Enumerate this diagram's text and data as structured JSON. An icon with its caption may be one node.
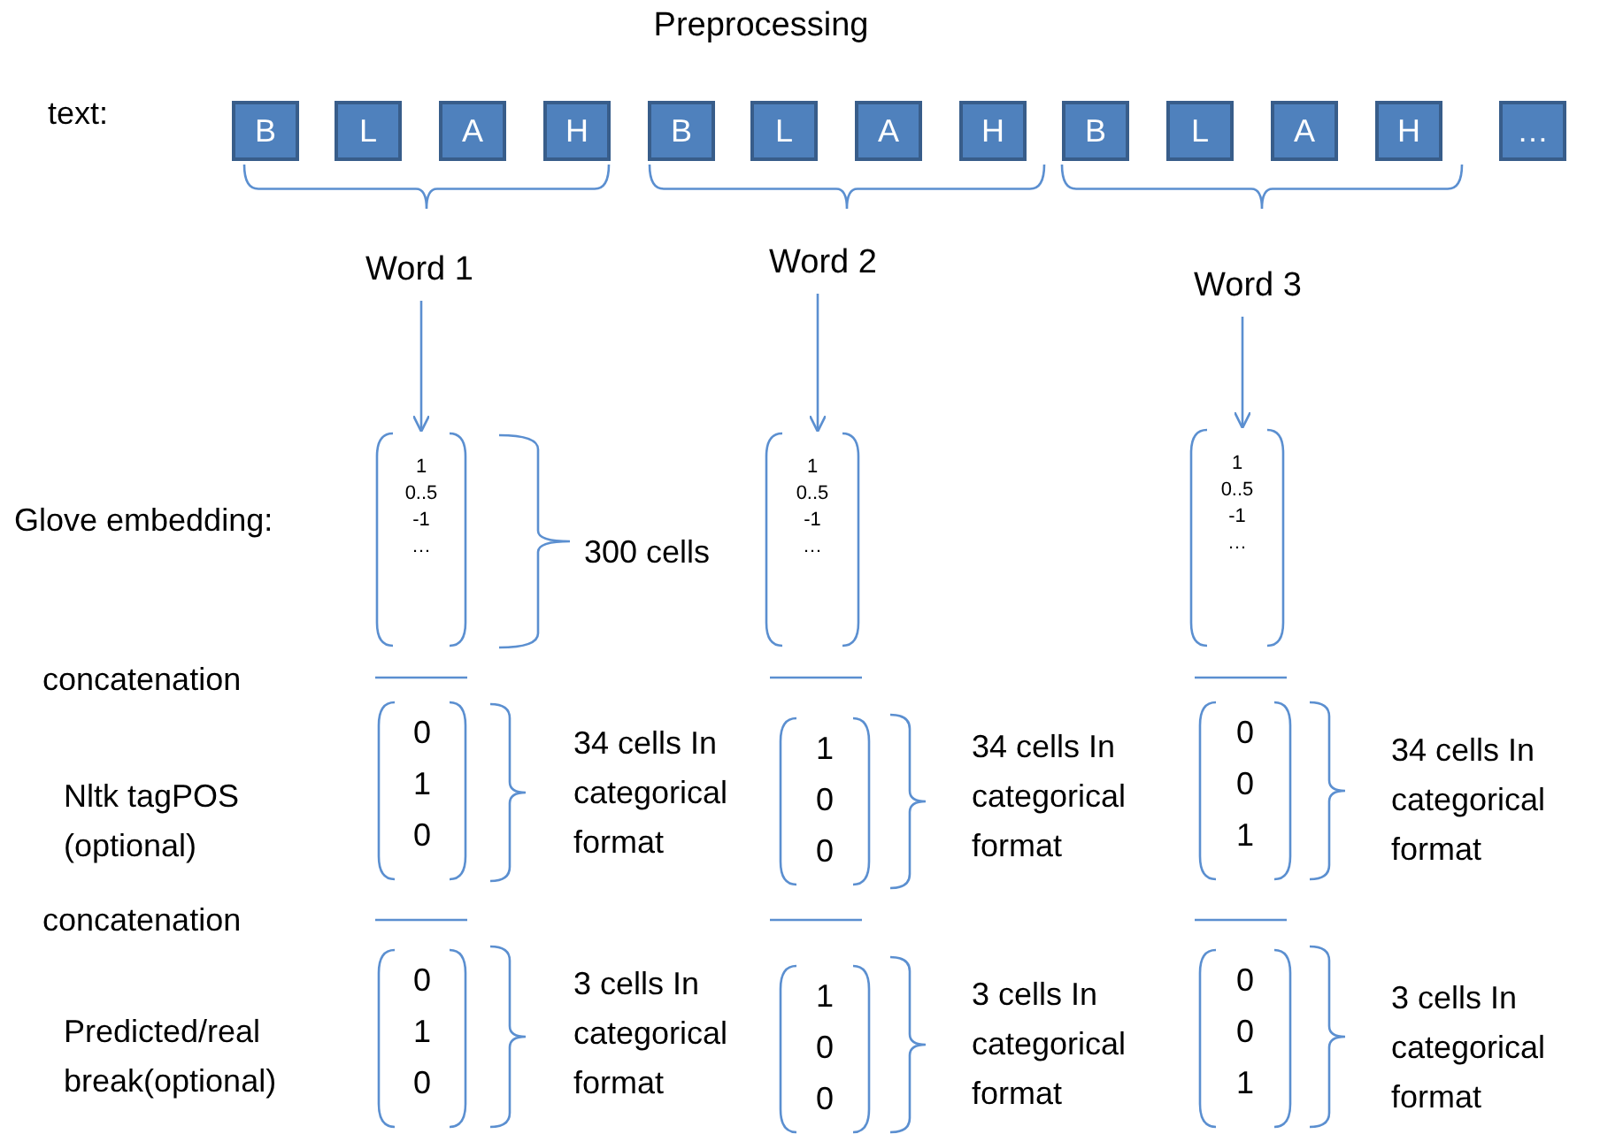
{
  "diagram": {
    "title": "Preprocessing",
    "nodes": [
      {
        "text": [
          "B"
        ]
      },
      {
        "text": [
          "L"
        ]
      },
      {
        "text": [
          "A"
        ]
      },
      {
        "text": [
          "H"
        ]
      },
      {
        "text": [
          "B"
        ]
      },
      {
        "text": [
          "L"
        ]
      },
      {
        "text": [
          "A"
        ]
      },
      {
        "text": [
          "H"
        ]
      },
      {
        "text": [
          "B"
        ]
      },
      {
        "text": [
          "L"
        ]
      },
      {
        "text": [
          "A"
        ]
      },
      {
        "text": [
          "H"
        ]
      },
      {
        "text": [
          "…"
        ]
      },
      {
        "text": [
          "Word 1"
        ]
      },
      {
        "text": [
          "Word 2"
        ]
      },
      {
        "text": [
          "Word 3"
        ]
      },
      {
        "text": [
          "1",
          "0..5",
          "-1",
          "…"
        ]
      },
      {
        "text": [
          "1",
          "0..5",
          "-1",
          "…"
        ]
      },
      {
        "text": [
          "1",
          "0..5",
          "-1",
          "…"
        ]
      },
      {
        "text": [
          "0",
          "1",
          "0"
        ]
      },
      {
        "text": [
          "1",
          "0",
          "0"
        ]
      },
      {
        "text": [
          "0",
          "0",
          "1"
        ]
      },
      {
        "text": [
          "0",
          "1",
          "0"
        ]
      },
      {
        "text": [
          "1",
          "0",
          "0"
        ]
      },
      {
        "text": [
          "0",
          "0",
          "1"
        ]
      }
    ],
    "edges": [
      {
        "from": 13,
        "to": 16,
        "arrow": "to"
      },
      {
        "from": 14,
        "to": 17,
        "arrow": "to"
      },
      {
        "from": 15,
        "to": 18,
        "arrow": "to"
      }
    ],
    "labels": [
      "text:",
      "Glove embedding:",
      "300 cells",
      "concatenation",
      "Nltk tagPOS (optional)",
      "34 cells In categorical format",
      "34 cells In categorical format",
      "34 cells In categorical format",
      "concatenation",
      "Predicted/real break(optional)",
      "3 cells In categorical format",
      "3 cells In categorical format",
      "3 cells In categorical format"
    ]
  }
}
